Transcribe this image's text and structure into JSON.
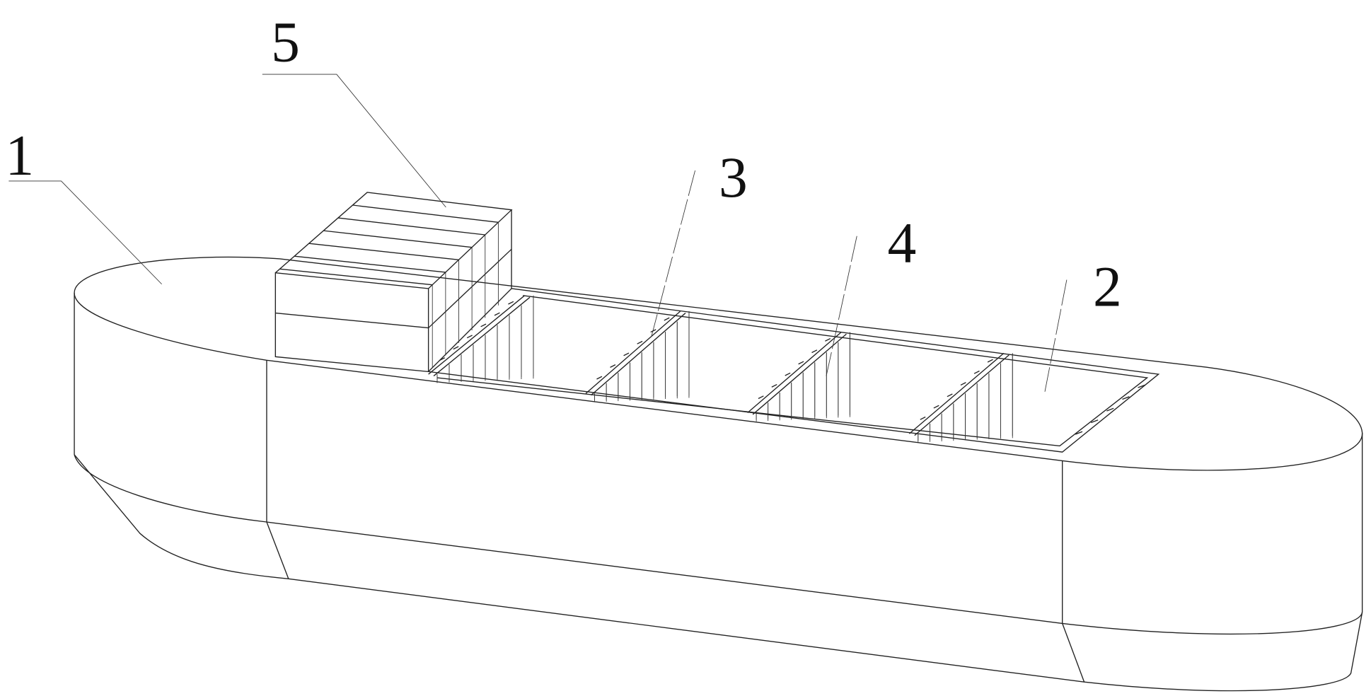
{
  "figure": {
    "labels": {
      "hull": "1",
      "hold": "2",
      "partition": "3",
      "baffle": "4",
      "container_stack": "5"
    }
  }
}
